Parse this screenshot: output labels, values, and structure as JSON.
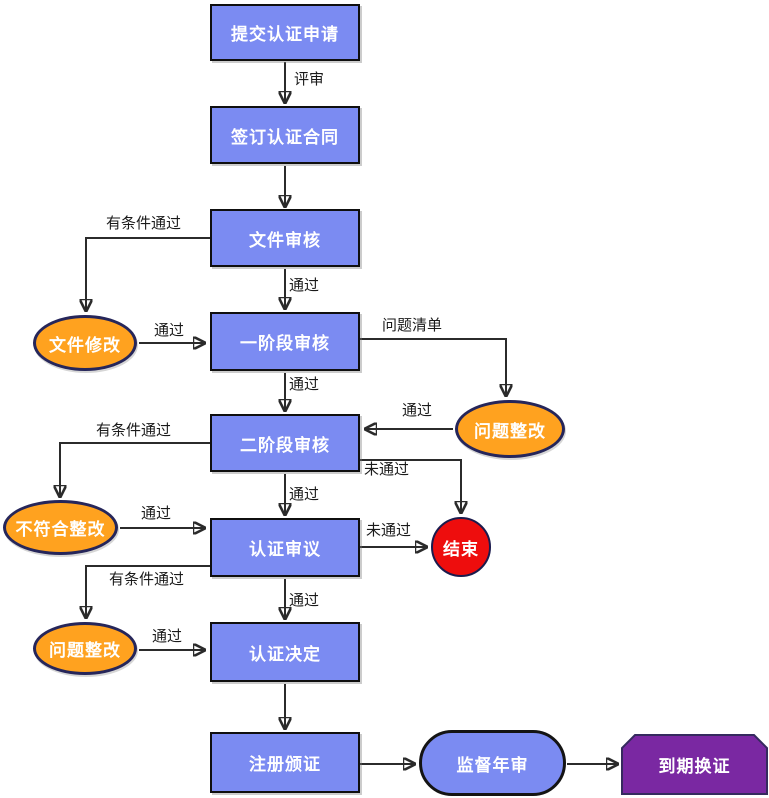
{
  "diagram_type": "flowchart",
  "nodes": {
    "submit": {
      "label": "提交认证申请",
      "shape": "process"
    },
    "contract": {
      "label": "签订认证合同",
      "shape": "process"
    },
    "doc_review": {
      "label": "文件审核",
      "shape": "process"
    },
    "stage1": {
      "label": "一阶段审核",
      "shape": "process"
    },
    "stage2": {
      "label": "二阶段审核",
      "shape": "process"
    },
    "deliberation": {
      "label": "认证审议",
      "shape": "process"
    },
    "decision": {
      "label": "认证决定",
      "shape": "process"
    },
    "register": {
      "label": "注册颁证",
      "shape": "process"
    },
    "doc_fix": {
      "label": "文件修改",
      "shape": "ellipse"
    },
    "issue_fix_right": {
      "label": "问题整改",
      "shape": "ellipse"
    },
    "nonconform_fix": {
      "label": "不符合整改",
      "shape": "ellipse"
    },
    "issue_fix_bottom": {
      "label": "问题整改",
      "shape": "ellipse"
    },
    "end": {
      "label": "结束",
      "shape": "circle"
    },
    "annual_audit": {
      "label": "监督年审",
      "shape": "stadium"
    },
    "renewal": {
      "label": "到期换证",
      "shape": "beveled-card"
    }
  },
  "edges": {
    "submit_contract": "评审",
    "docreview_stage1": "通过",
    "stage1_stage2": "通过",
    "stage2_delib": "通过",
    "delib_decision": "通过",
    "docreview_docfix": "有条件通过",
    "docfix_stage1": "通过",
    "stage1_issuefix": "问题清单",
    "issuefix_stage2": "通过",
    "stage2_nonconform": "有条件通过",
    "stage2_end": "未通过",
    "nonconform_delib": "通过",
    "delib_end": "未通过",
    "delib_issuefix2": "有条件通过",
    "issuefix2_decision": "通过"
  },
  "colors": {
    "process_fill": "#7b8bf2",
    "ellipse_fill": "#ffa21f",
    "end_fill": "#ee0d0d",
    "renewal_fill": "#7a28a2",
    "line": "#2b2b2b"
  }
}
